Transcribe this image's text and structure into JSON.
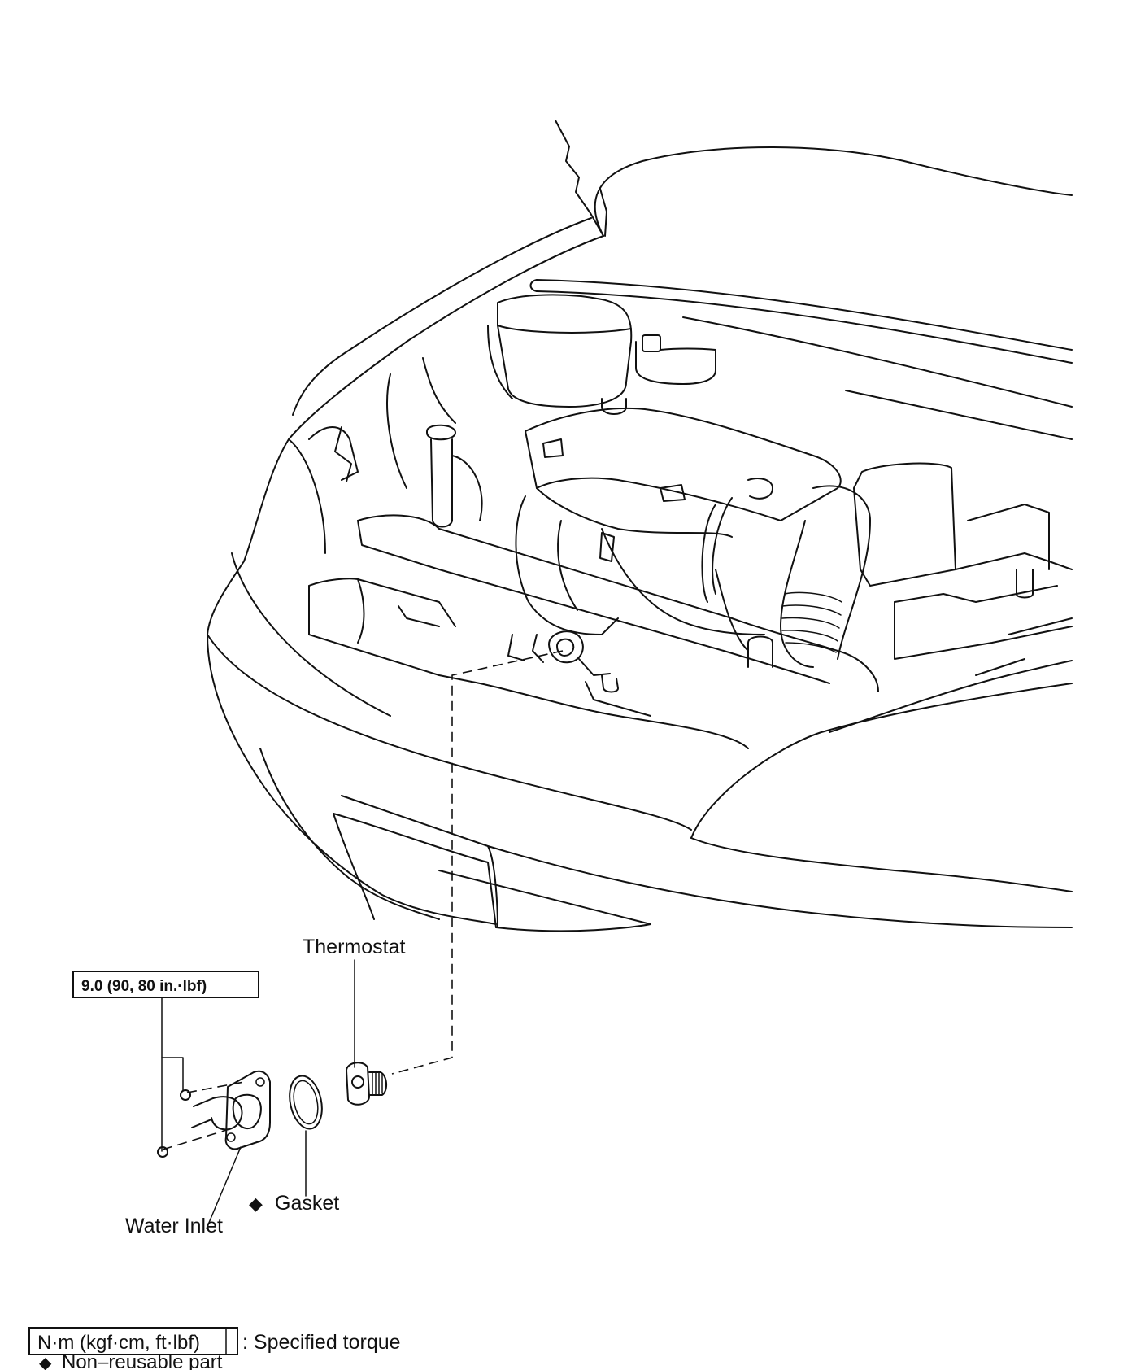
{
  "labels": {
    "thermostat": "Thermostat",
    "torque_spec": "9.0 (90, 80 in.·lbf)",
    "gasket": "Gasket",
    "water_inlet": "Water Inlet"
  },
  "legend": {
    "torque_unit_box": "N·m (kgf·cm, ft·lbf)",
    "torque_meaning": ": Specified torque",
    "non_reusable": "Non–reusable part"
  },
  "symbols": {
    "non_reusable_marker": "◆"
  }
}
